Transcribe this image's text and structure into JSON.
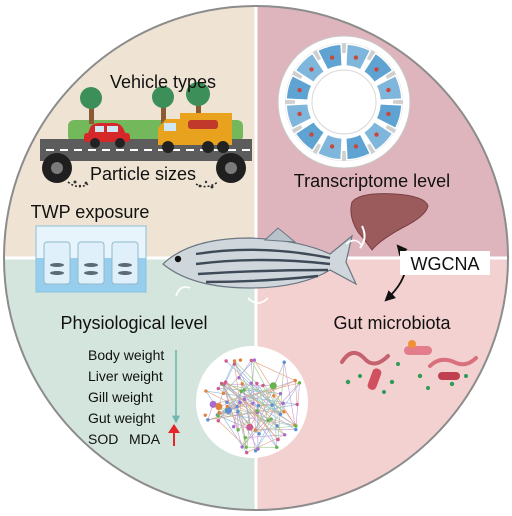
{
  "labels": {
    "vehicle_types": "Vehicle types",
    "particle_sizes": "Particle sizes",
    "transcriptome_level": "Transcriptome level",
    "twp_exposure": "TWP exposure",
    "wgcna": "WGCNA",
    "physiological_level": "Physiological level",
    "gut_microbiota": "Gut microbiota"
  },
  "physiological_items": [
    "Body weight",
    "Liver weight",
    "Gill weight",
    "Gut weight"
  ],
  "oxidative_markers": {
    "sod": "SOD",
    "mda": "MDA"
  },
  "colors": {
    "top_left": "#efe4d3",
    "top_right": "#dfb5bd",
    "bottom_left": "#d3e5dd",
    "bottom_right": "#f3d1d0",
    "divider": "#ffffff",
    "outline": "#8c8c8c",
    "up_arrow": "#e3262a",
    "trend_line": "#6fb8b0"
  }
}
